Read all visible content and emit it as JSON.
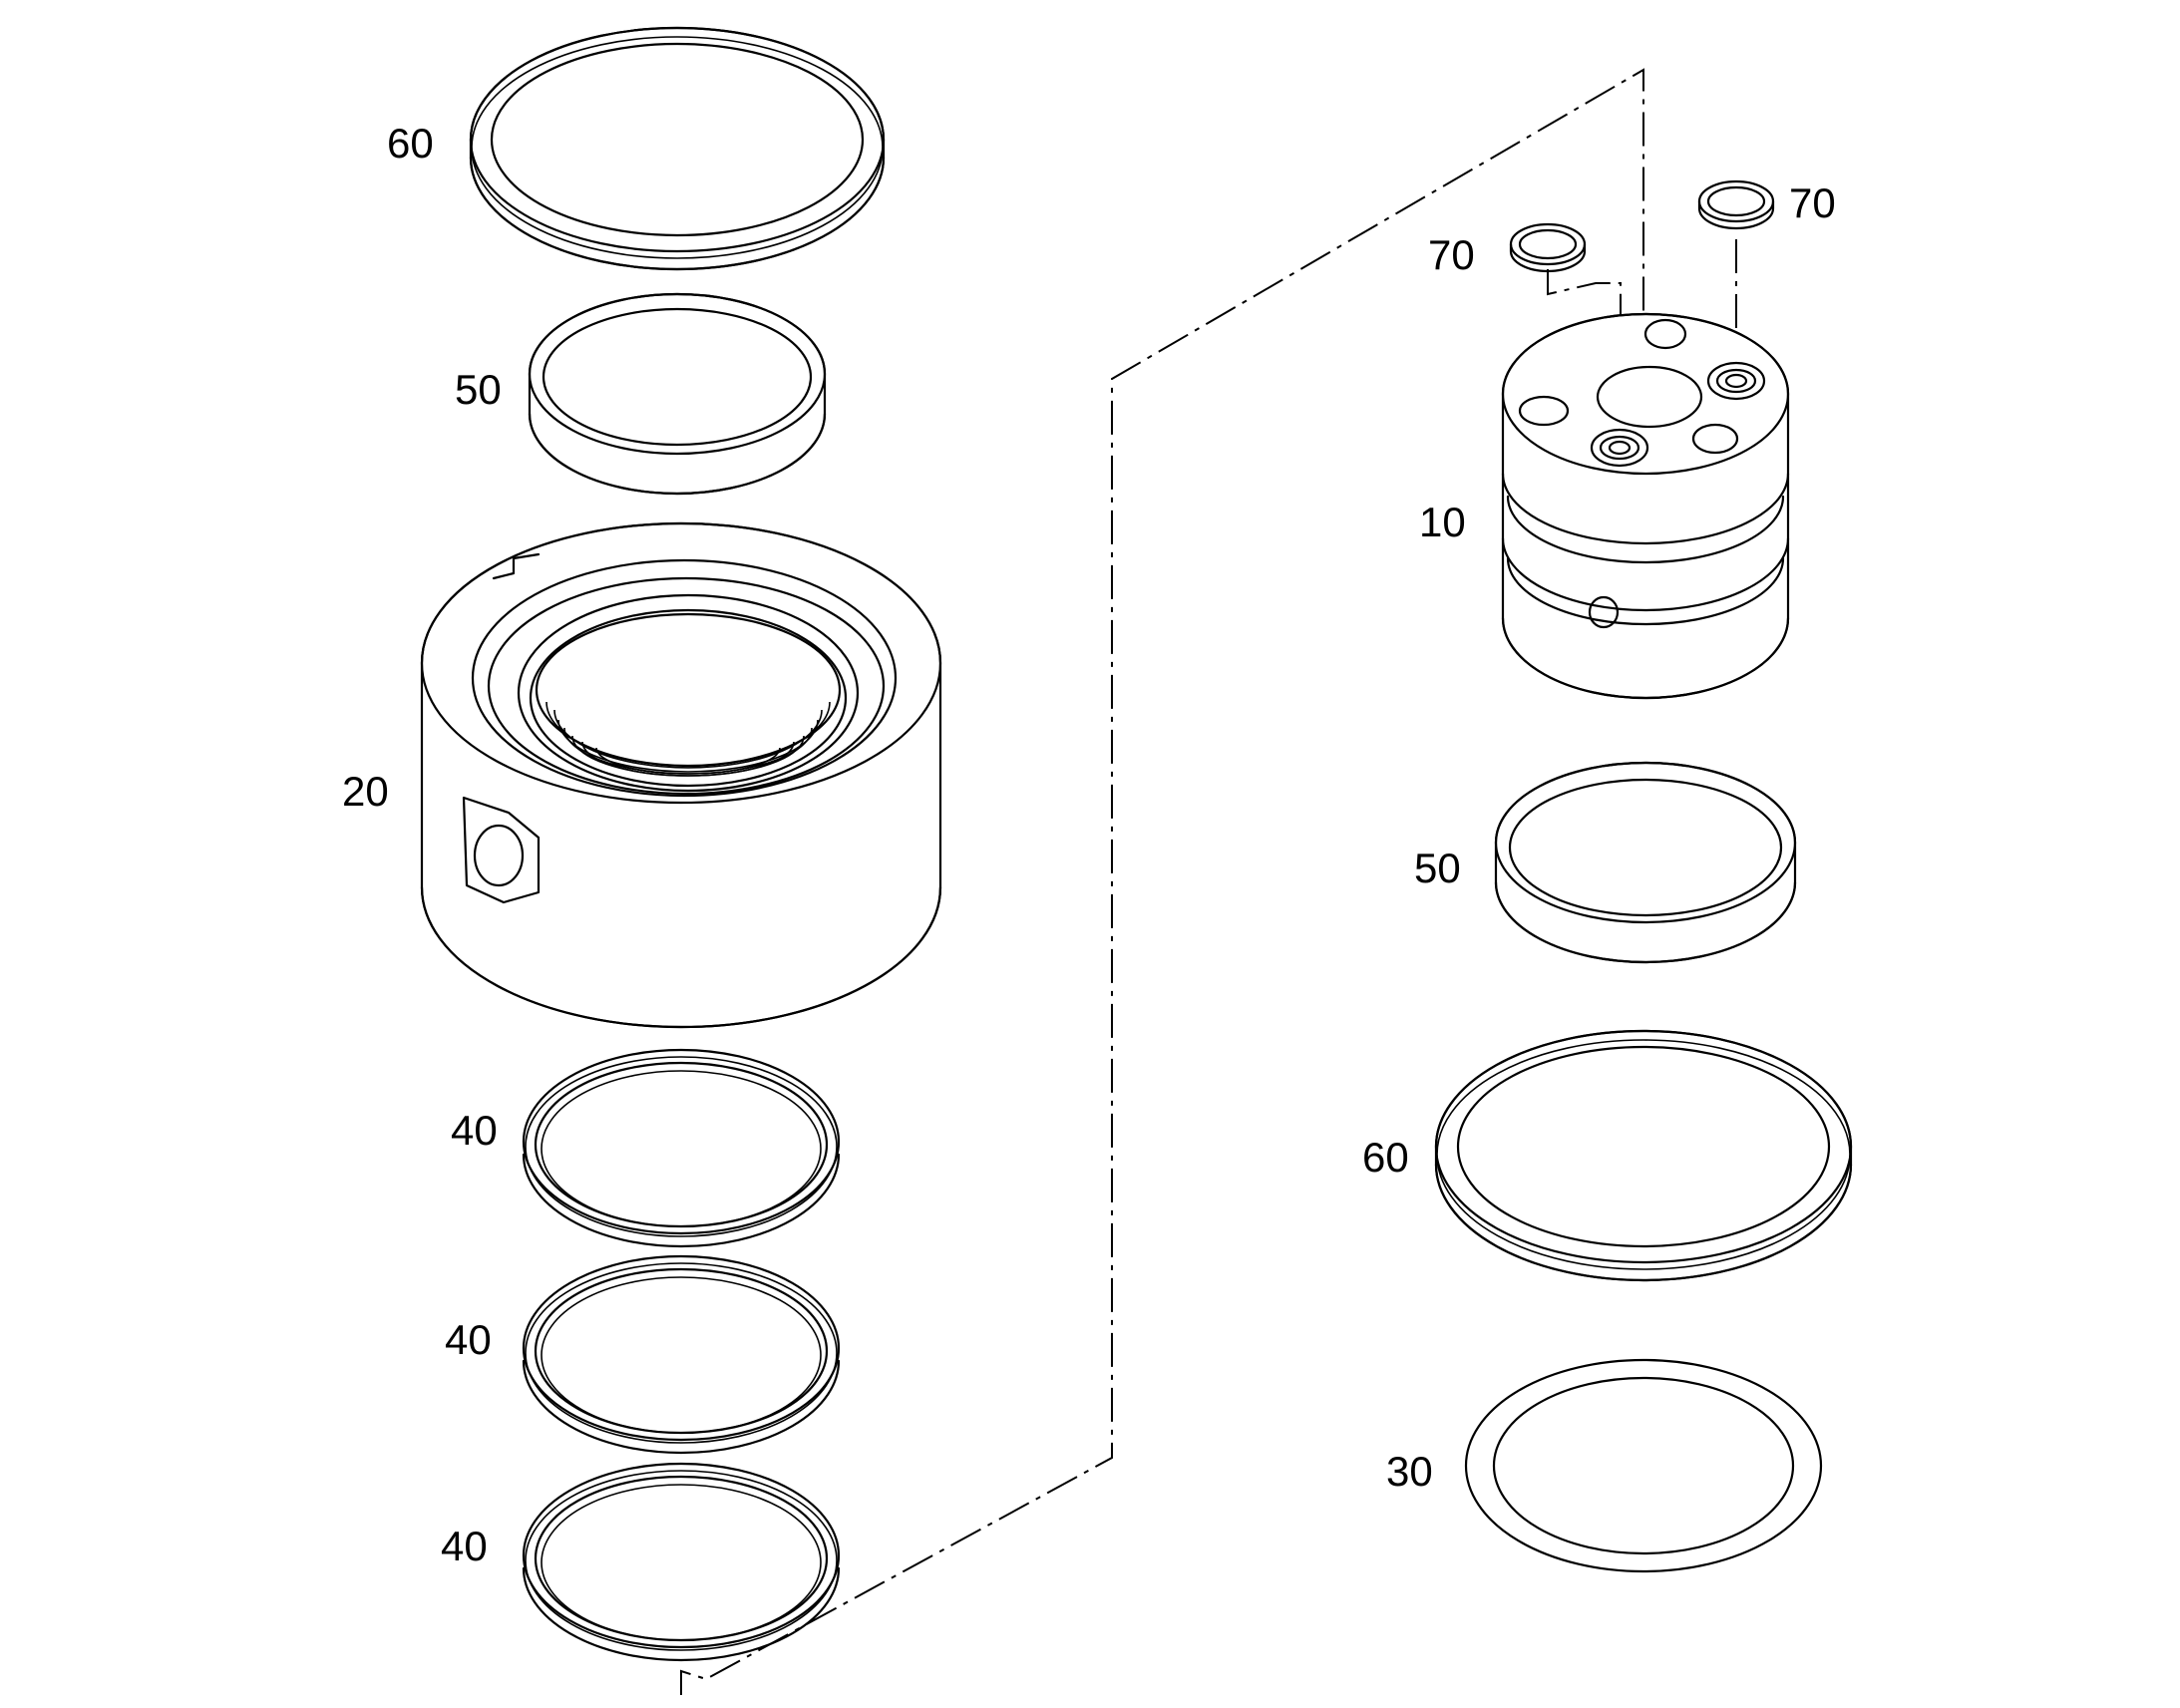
{
  "callouts": {
    "left_60": "60",
    "left_50": "50",
    "left_20": "20",
    "left_40_a": "40",
    "left_40_b": "40",
    "left_40_c": "40",
    "right_70_a": "70",
    "right_70_b": "70",
    "right_10": "10",
    "right_50": "50",
    "right_60": "60",
    "right_30": "30"
  },
  "colors": {
    "line": "#000000",
    "background": "#ffffff"
  }
}
